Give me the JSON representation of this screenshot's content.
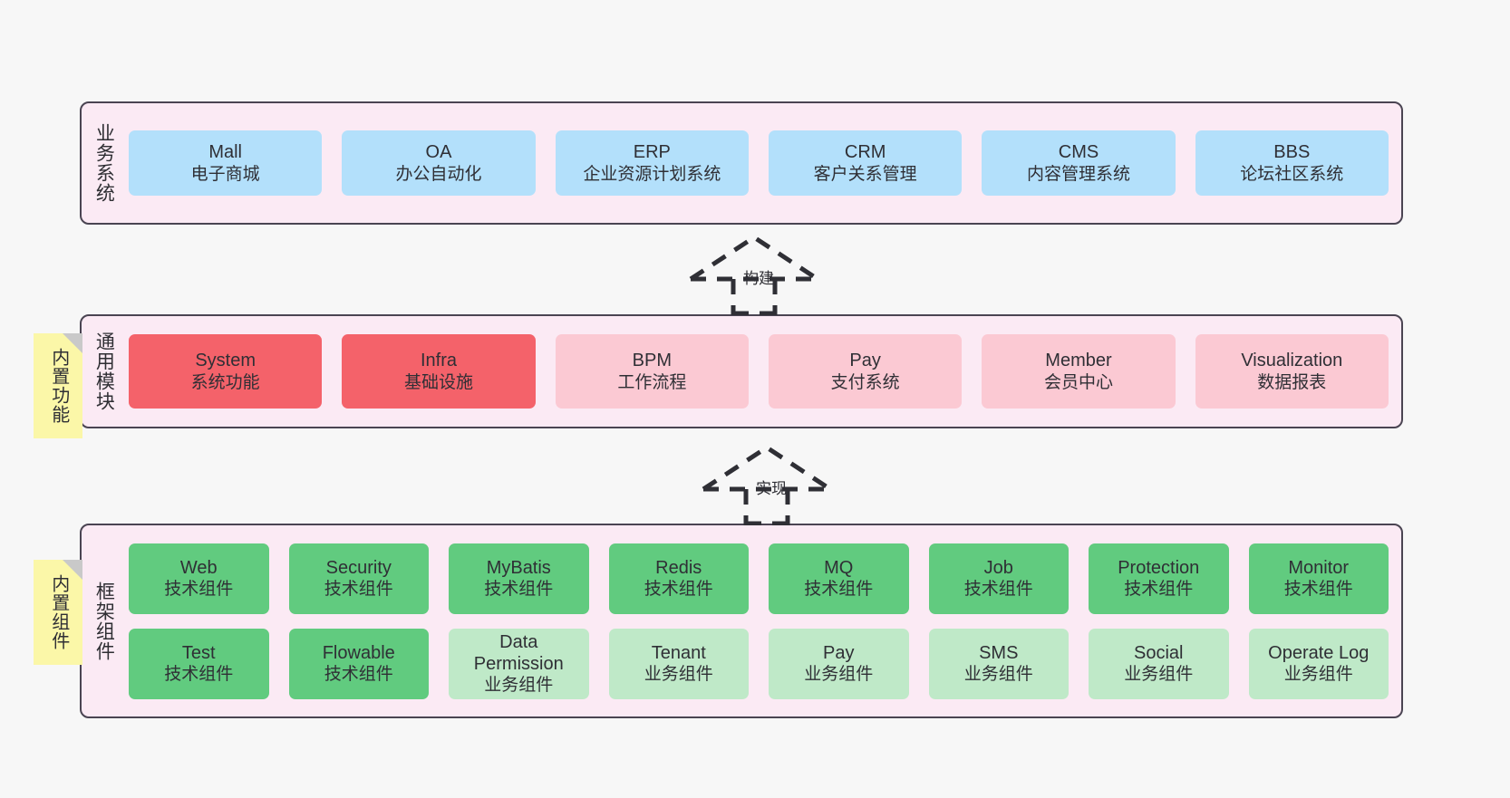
{
  "diagram": {
    "background_color": "#f7f7f7",
    "panel_color": "#fbeaf4",
    "panel_border_color": "#4a4452",
    "note_color": "#fbf7a8"
  },
  "layers": {
    "business": {
      "title": "业务系统",
      "cells": [
        {
          "en": "Mall",
          "cn": "电子商城",
          "color": "#b3e0fb",
          "style": "c-blue"
        },
        {
          "en": "OA",
          "cn": "办公自动化",
          "color": "#b3e0fb",
          "style": "c-blue"
        },
        {
          "en": "ERP",
          "cn": "企业资源计划系统",
          "color": "#b3e0fb",
          "style": "c-blue"
        },
        {
          "en": "CRM",
          "cn": "客户关系管理",
          "color": "#b3e0fb",
          "style": "c-blue"
        },
        {
          "en": "CMS",
          "cn": "内容管理系统",
          "color": "#b3e0fb",
          "style": "c-blue"
        },
        {
          "en": "BBS",
          "cn": "论坛社区系统",
          "color": "#b3e0fb",
          "style": "c-blue"
        }
      ]
    },
    "common": {
      "title": "通用模块",
      "note": "内置功能",
      "cells": [
        {
          "en": "System",
          "cn": "系统功能",
          "color": "#f4626a",
          "style": "c-red"
        },
        {
          "en": "Infra",
          "cn": "基础设施",
          "color": "#f4626a",
          "style": "c-red"
        },
        {
          "en": "BPM",
          "cn": "工作流程",
          "color": "#fbc9d3",
          "style": "c-pink"
        },
        {
          "en": "Pay",
          "cn": "支付系统",
          "color": "#fbc9d3",
          "style": "c-pink"
        },
        {
          "en": "Member",
          "cn": "会员中心",
          "color": "#fbc9d3",
          "style": "c-pink"
        },
        {
          "en": "Visualization",
          "cn": "数据报表",
          "color": "#fbc9d3",
          "style": "c-pink"
        }
      ]
    },
    "framework": {
      "title": "框架组件",
      "note": "内置组件",
      "row1": [
        {
          "en": "Web",
          "cn": "技术组件",
          "color": "#61cb7f",
          "style": "c-green"
        },
        {
          "en": "Security",
          "cn": "技术组件",
          "color": "#61cb7f",
          "style": "c-green"
        },
        {
          "en": "MyBatis",
          "cn": "技术组件",
          "color": "#61cb7f",
          "style": "c-green"
        },
        {
          "en": "Redis",
          "cn": "技术组件",
          "color": "#61cb7f",
          "style": "c-green"
        },
        {
          "en": "MQ",
          "cn": "技术组件",
          "color": "#61cb7f",
          "style": "c-green"
        },
        {
          "en": "Job",
          "cn": "技术组件",
          "color": "#61cb7f",
          "style": "c-green"
        },
        {
          "en": "Protection",
          "cn": "技术组件",
          "color": "#61cb7f",
          "style": "c-green"
        },
        {
          "en": "Monitor",
          "cn": "技术组件",
          "color": "#61cb7f",
          "style": "c-green"
        }
      ],
      "row2": [
        {
          "en": "Test",
          "cn": "技术组件",
          "color": "#61cb7f",
          "style": "c-green"
        },
        {
          "en": "Flowable",
          "cn": "技术组件",
          "color": "#61cb7f",
          "style": "c-green"
        },
        {
          "en": "Data Permission",
          "cn": "业务组件",
          "color": "#bfe9c8",
          "style": "c-greenlight"
        },
        {
          "en": "Tenant",
          "cn": "业务组件",
          "color": "#bfe9c8",
          "style": "c-greenlight"
        },
        {
          "en": "Pay",
          "cn": "业务组件",
          "color": "#bfe9c8",
          "style": "c-greenlight"
        },
        {
          "en": "SMS",
          "cn": "业务组件",
          "color": "#bfe9c8",
          "style": "c-greenlight"
        },
        {
          "en": "Social",
          "cn": "业务组件",
          "color": "#bfe9c8",
          "style": "c-greenlight"
        },
        {
          "en": "Operate Log",
          "cn": "业务组件",
          "color": "#bfe9c8",
          "style": "c-greenlight"
        }
      ]
    }
  },
  "arrows": [
    {
      "name": "build",
      "label": "构建",
      "direction": "up",
      "style": "dashed-generalization"
    },
    {
      "name": "implement",
      "label": "实现",
      "direction": "up",
      "style": "dashed-generalization"
    }
  ]
}
